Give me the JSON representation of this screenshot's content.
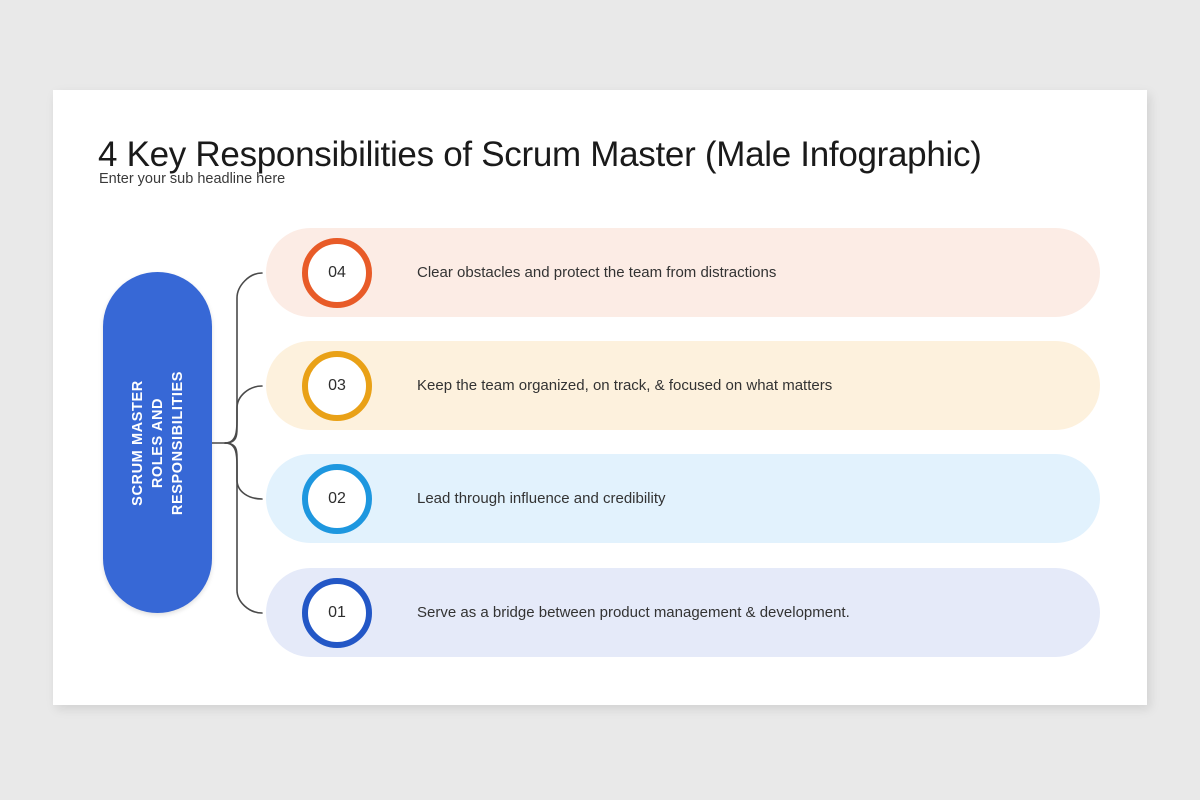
{
  "slide": {
    "title": "4 Key Responsibilities of Scrum Master (Male Infographic)",
    "subtitle": "Enter your sub headline here",
    "background_color": "#e9e9e9",
    "canvas_color": "#ffffff"
  },
  "center_label": {
    "name": "scrum-master-roles-pill",
    "color": "#3768d6",
    "lines": [
      "SCRUM MASTER",
      "ROLES AND",
      "RESPONSIBILITIES"
    ]
  },
  "items": [
    {
      "number": "04",
      "text": "Clear obstacles and protect the team from distractions",
      "accent_color": "#e85b28",
      "card_color": "#fcece5"
    },
    {
      "number": "03",
      "text": "Keep the team organized, on track, & focused on what matters",
      "accent_color": "#e9a117",
      "card_color": "#fdf1dd"
    },
    {
      "number": "02",
      "text": "Lead through influence and credibility",
      "accent_color": "#1e97df",
      "card_color": "#e2f2fd"
    },
    {
      "number": "01",
      "text": "Serve as a bridge between product management & development.",
      "accent_color": "#2357c6",
      "card_color": "#e5eaf9"
    }
  ],
  "connector": {
    "name": "bracket-connector",
    "color": "#4a4a4a"
  }
}
